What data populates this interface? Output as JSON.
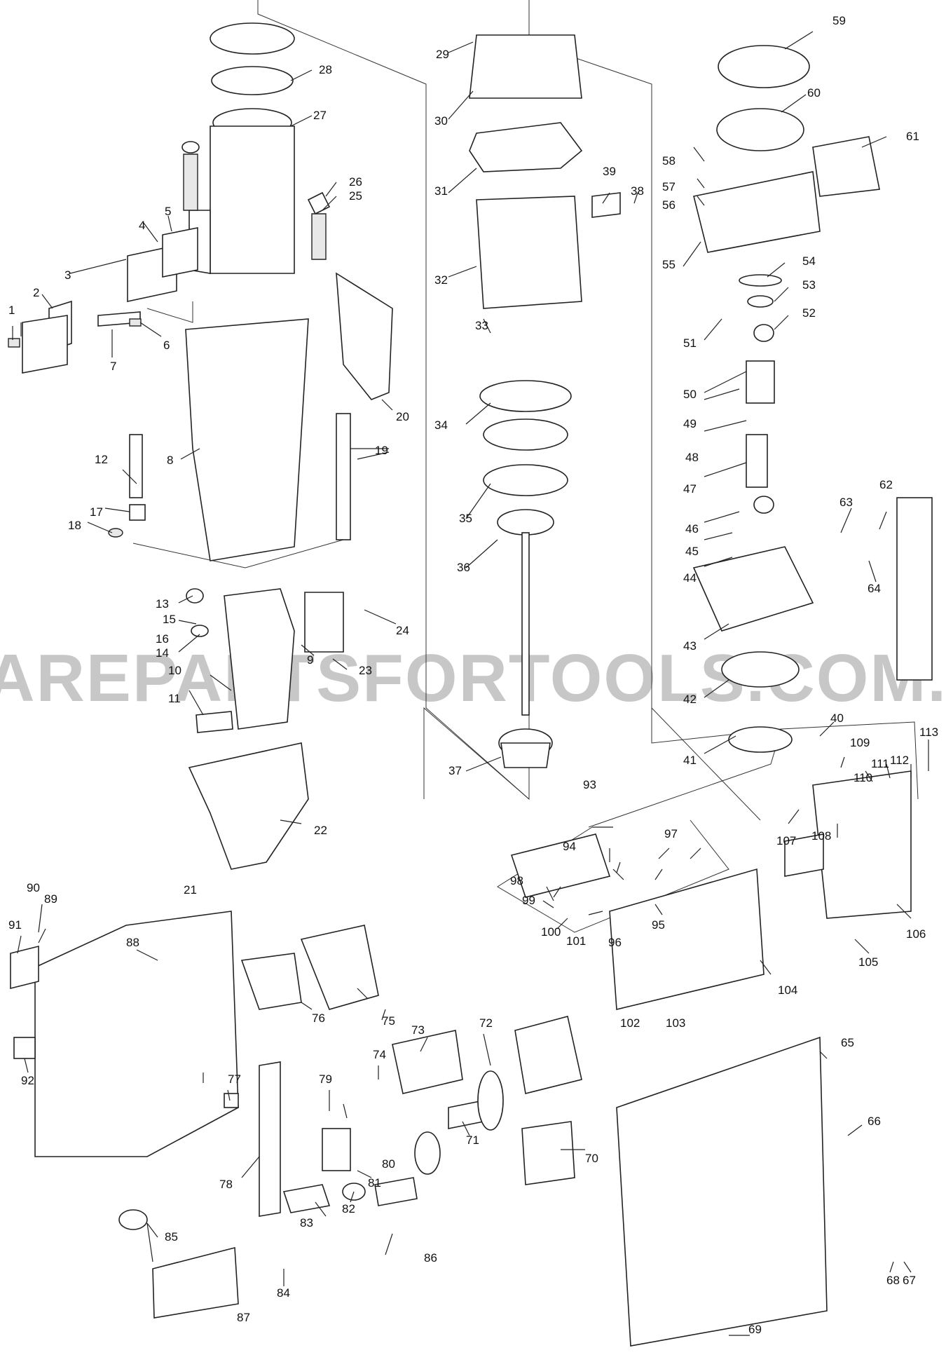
{
  "watermark": "SPAREPARTSFORTOOLS.COM.AU",
  "part_numbers": [
    "1",
    "2",
    "3",
    "4",
    "5",
    "6",
    "7",
    "8",
    "9",
    "10",
    "11",
    "12",
    "13",
    "14",
    "15",
    "16",
    "17",
    "18",
    "19",
    "20",
    "21",
    "22",
    "23",
    "24",
    "25",
    "26",
    "27",
    "28",
    "29",
    "30",
    "31",
    "32",
    "33",
    "34",
    "35",
    "36",
    "37",
    "38",
    "39",
    "40",
    "41",
    "42",
    "43",
    "44",
    "45",
    "46",
    "47",
    "48",
    "49",
    "50",
    "51",
    "52",
    "53",
    "54",
    "55",
    "56",
    "57",
    "58",
    "59",
    "60",
    "61",
    "62",
    "63",
    "64",
    "65",
    "66",
    "67",
    "68",
    "69",
    "70",
    "71",
    "72",
    "73",
    "74",
    "75",
    "76",
    "77",
    "78",
    "79",
    "80",
    "81",
    "82",
    "83",
    "84",
    "85",
    "86",
    "87",
    "88",
    "89",
    "90",
    "91",
    "92",
    "93",
    "94",
    "95",
    "96",
    "97",
    "98",
    "99",
    "100",
    "101",
    "102",
    "103",
    "104",
    "105",
    "106",
    "107",
    "108",
    "109",
    "110",
    "111",
    "112",
    "113"
  ]
}
